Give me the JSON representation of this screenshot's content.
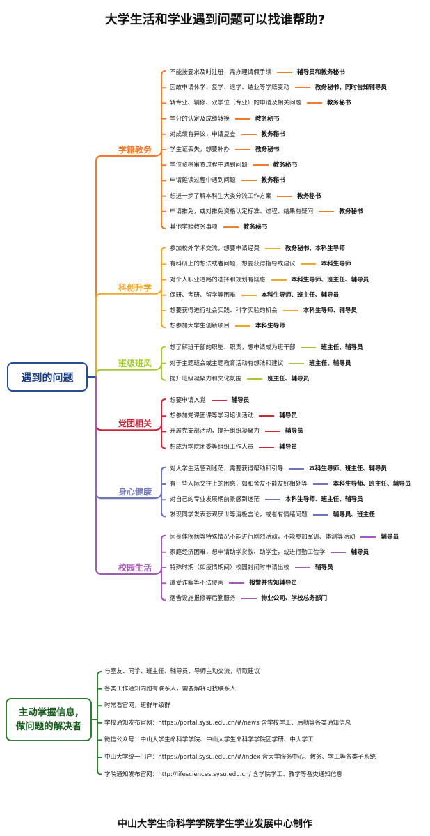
{
  "title": "大学生活和学业遇到问题可以找谁帮助?",
  "root_label": "遇到的问题",
  "categories": [
    {
      "name": "学籍教务",
      "color": "#ef7d2a",
      "items": [
        {
          "q": "不能按要求及时注册，需办理请假手续",
          "c": "辅导员和教务秘书"
        },
        {
          "q": "因故申请休学、复学、退学、结业等学籍变动",
          "c": "教务秘书，同时告知辅导员"
        },
        {
          "q": "转专业、辅修、双学位（专业）的申请及相关问题",
          "c": "教务秘书"
        },
        {
          "q": "学分的认定及成绩转换",
          "c": "教务秘书"
        },
        {
          "q": "对成绩有异议，申请复查",
          "c": "教务秘书"
        },
        {
          "q": "学生证丢失，想要补办",
          "c": "教务秘书"
        },
        {
          "q": "学位资格审查过程中遇到问题",
          "c": "教务秘书"
        },
        {
          "q": "申请延读过程中遇到问题",
          "c": "教务秘书"
        },
        {
          "q": "想进一步了解本科生大类分流工作方案",
          "c": "教务秘书"
        },
        {
          "q": "申请推免，或对推免资格认定标准、过程、结果有疑问",
          "c": "教务秘书"
        },
        {
          "q": "其他学籍教务事项",
          "c": "教务秘书"
        }
      ]
    },
    {
      "name": "科创升学",
      "color": "#f0a62a",
      "items": [
        {
          "q": "参加校外学术交流，想要申请经费",
          "c": "教务秘书、本科生导师"
        },
        {
          "q": "有科研上的想法或者问题，想要获得指导或建议",
          "c": "本科生导师"
        },
        {
          "q": "对个人职业道路的选择和规划有疑惑",
          "c": "本科生导师、班主任、辅导员"
        },
        {
          "q": "保研、考研、留学等困难",
          "c": "本科生导师、班主任、辅导员"
        },
        {
          "q": "想要获得进行社会实践、科学实验的机会",
          "c": "本科生导师、辅导员"
        },
        {
          "q": "想参加大学生创新项目",
          "c": "本科生导师"
        }
      ]
    },
    {
      "name": "班级班风",
      "color": "#a6c73a",
      "items": [
        {
          "q": "想了解班干部的职能、职责，想申请成为班干部",
          "c": "班主任、辅导员"
        },
        {
          "q": "对于主题班会或主题教育活动有想法和建议",
          "c": "班主任、辅导员"
        },
        {
          "q": "提升班级凝聚力和文化氛围",
          "c": "班主任、辅导员"
        }
      ]
    },
    {
      "name": "党团相关",
      "color": "#c9283c",
      "items": [
        {
          "q": "想要申请入党",
          "c": "辅导员"
        },
        {
          "q": "想参加党课团课等学习培训活动",
          "c": "辅导员"
        },
        {
          "q": "开展党支部活动，提升组织凝聚力",
          "c": "辅导员"
        },
        {
          "q": "想成为学院团委等组织工作人员",
          "c": "辅导员"
        }
      ]
    },
    {
      "name": "身心健康",
      "color": "#6f75b8",
      "items": [
        {
          "q": "对大学生活感到迷茫，需要获得帮助和引导",
          "c": "本科生导师、班主任、辅导员"
        },
        {
          "q": "有一些人际交往上的困惑，如和舍友不能友好相处等",
          "c": "本科生导师、班主任、辅导员"
        },
        {
          "q": "对自己的专业发展期前景感到迷茫",
          "c": "本科生导师、班主任、辅导员"
        },
        {
          "q": "发现同学发表悲观厌世等消极言论，或者有情绪问题",
          "c": "辅导员、班主任"
        }
      ]
    },
    {
      "name": "校园生活",
      "color": "#a35bb5",
      "items": [
        {
          "q": "因身体疾病等特殊情况不能进行剧烈活动，不能参加军训、体测等活动",
          "c": "辅导员"
        },
        {
          "q": "家庭经济困难，想申请助学贷款、助学金，或进行勤工俭学",
          "c": "辅导员"
        },
        {
          "q": "特殊时期（如疫情期间）校园封闭时申请出校",
          "c": "辅导员"
        },
        {
          "q": "遭受诈骗等不法侵害",
          "c": "报警并告知辅导员"
        },
        {
          "q": "宿舍设施报修等后勤服务",
          "c": "物业公司、学校总务部门"
        }
      ]
    }
  ],
  "info_block": {
    "label_line1": "主动掌握信息,",
    "label_line2": "做问题的解决者",
    "color": "#2e7d32",
    "items": [
      "与室友、同学、班主任、辅导员、导师主动交流，听取建议",
      "各类工作通知内附有联系人，需要解释可找联系人",
      "时常看官网，班群年级群",
      "学校通知发布官网：https://portal.sysu.edu.cn/#/news 含学校学工、后勤等各类通知信息",
      "微信公众号：中山大学生命科学学院、中山大学生命科学学院团学研、中大学工",
      "中山大学统一门户：https://portal.sysu.edu.cn/#/index 含大学服务中心、教务、学工等各类子系统",
      "学院通知发布官网：http://lifesciences.sysu.edu.cn/   含学院学工、教学等各类通知信息"
    ]
  },
  "footer": "中山大学生命科学学院学生学业发展中心制作"
}
